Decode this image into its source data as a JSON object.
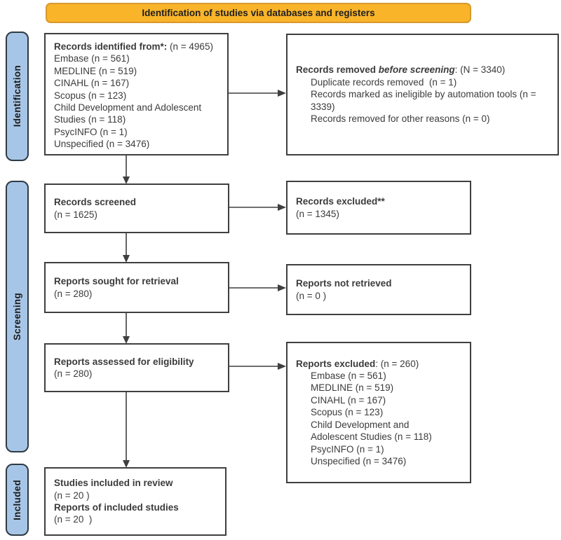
{
  "banner": {
    "label": "Identification of studies via databases and registers"
  },
  "colors": {
    "banner_fill": "#f9b42a",
    "banner_border": "#d7992e",
    "stage_fill": "#a7c6e7",
    "stage_border": "#2f3a44",
    "box_border": "#3f3f3f",
    "text": "#3b3b3b"
  },
  "stages": {
    "identification": "Identification",
    "screening": "Screening",
    "included": "Included"
  },
  "boxes": {
    "identified": {
      "title_bold": "Records identified from*:",
      "title_rest": " (n = 4965)",
      "lines": [
        "Embase (n = 561)",
        "MEDLINE (n = 519)",
        "CINAHL (n = 167)",
        "Scopus (n = 123)",
        "Child Development and Adolescent Studies (n = 118)",
        "PsycINFO (n = 1)",
        "Unspecified (n = 3476)"
      ]
    },
    "removed": {
      "lead_bold": "Records removed ",
      "lead_italic": "before screening",
      "lead_rest": ": (N = 3340)",
      "items": [
        "Duplicate records removed  (n = 1)",
        "Records marked as ineligible by automation tools (n = 3339)",
        "Records removed for other reasons (n = 0)"
      ]
    },
    "screened": {
      "title_bold": "Records screened",
      "n_line": "(n = 1625)"
    },
    "records_excluded": {
      "title_bold": "Records excluded**",
      "n_line": "(n = 1345)"
    },
    "sought": {
      "title_bold": "Reports sought for retrieval",
      "n_line": "(n = 280)"
    },
    "not_retrieved": {
      "title_bold": "Reports not retrieved",
      "n_line": "(n = 0 )"
    },
    "assessed": {
      "title_bold": "Reports assessed for eligibility",
      "n_line": "(n = 280)"
    },
    "reports_excluded": {
      "lead_bold": "Reports excluded",
      "lead_rest": ": (n = 260)",
      "items": [
        "Embase (n = 561)",
        "MEDLINE (n = 519)",
        "CINAHL (n = 167)",
        "Scopus (n = 123)",
        "Child Development and Adolescent Studies (n = 118)",
        "PsycINFO (n = 1)",
        "Unspecified (n = 3476)"
      ]
    },
    "included": {
      "title1_bold": "Studies included in review",
      "n1": "(n = 20 )",
      "title2_bold": "Reports of included studies",
      "n2": "(n = 20  )"
    }
  }
}
